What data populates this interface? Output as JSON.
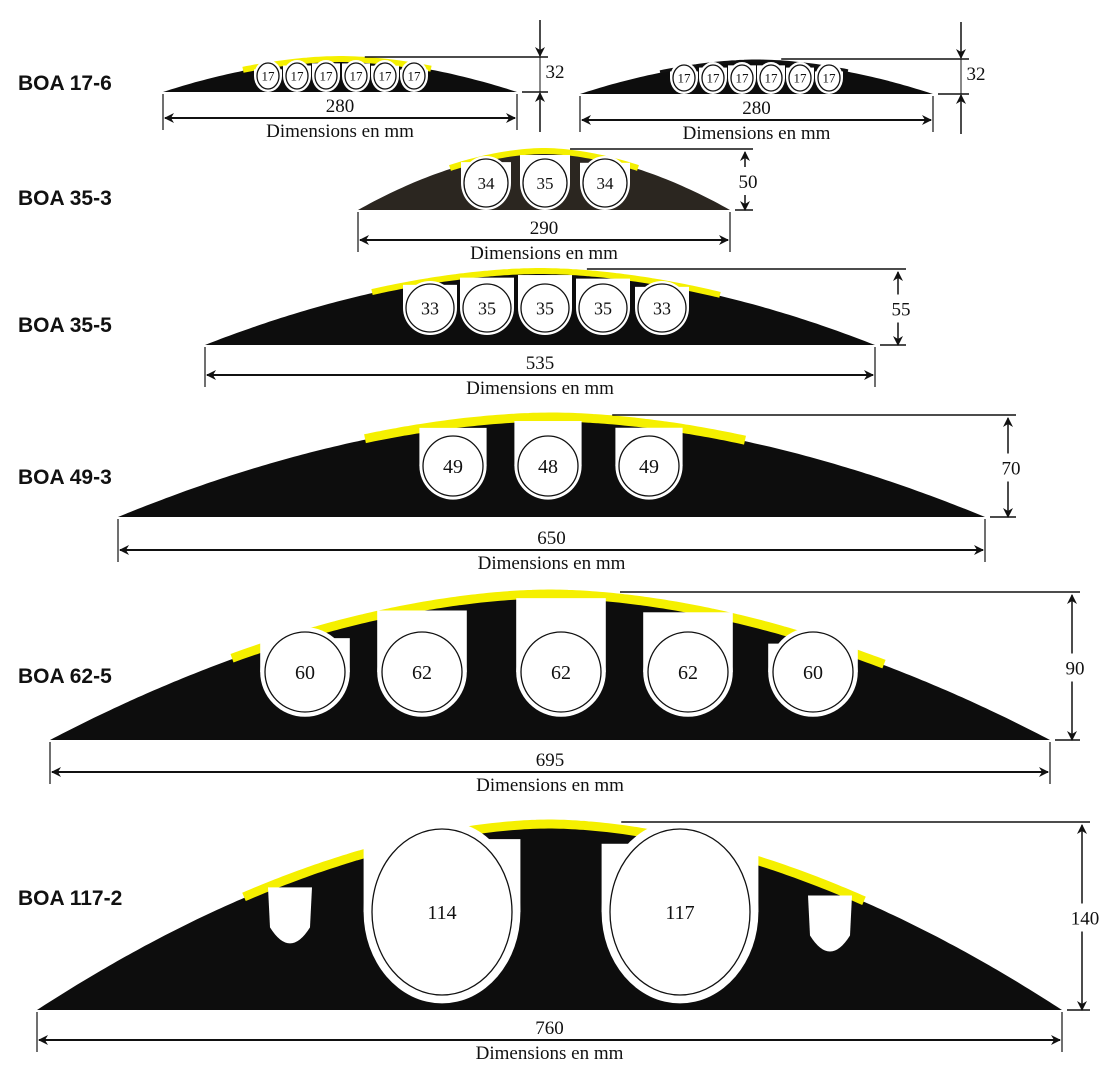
{
  "title": "BOA cable protector profiles",
  "colors": {
    "body": "#0d0d0d",
    "body_brown": "#2b2620",
    "cover": "#f5f000",
    "channel": "#ffffff"
  },
  "caption": "Dimensions en mm",
  "products": [
    {
      "id": "boa-17-6",
      "label": "BOA 17-6",
      "width": "280",
      "height": "32",
      "channels": [
        "17",
        "17",
        "17",
        "17",
        "17",
        "17"
      ],
      "cover": "yellow"
    },
    {
      "id": "boa-17-6-black",
      "label": "",
      "width": "280",
      "height": "32",
      "channels": [
        "17",
        "17",
        "17",
        "17",
        "17",
        "17"
      ],
      "cover": "black"
    },
    {
      "id": "boa-35-3",
      "label": "BOA 35-3",
      "width": "290",
      "height": "50",
      "channels": [
        "34",
        "35",
        "34"
      ],
      "cover": "yellow"
    },
    {
      "id": "boa-35-5",
      "label": "BOA 35-5",
      "width": "535",
      "height": "55",
      "channels": [
        "33",
        "35",
        "35",
        "35",
        "33"
      ],
      "cover": "yellow"
    },
    {
      "id": "boa-49-3",
      "label": "BOA 49-3",
      "width": "650",
      "height": "70",
      "channels": [
        "49",
        "48",
        "49"
      ],
      "cover": "yellow"
    },
    {
      "id": "boa-62-5",
      "label": "BOA 62-5",
      "width": "695",
      "height": "90",
      "channels": [
        "60",
        "62",
        "62",
        "62",
        "60"
      ],
      "cover": "yellow"
    },
    {
      "id": "boa-117-2",
      "label": "BOA 117-2",
      "width": "760",
      "height": "140",
      "channels": [
        "114",
        "117"
      ],
      "cover": "yellow"
    }
  ]
}
